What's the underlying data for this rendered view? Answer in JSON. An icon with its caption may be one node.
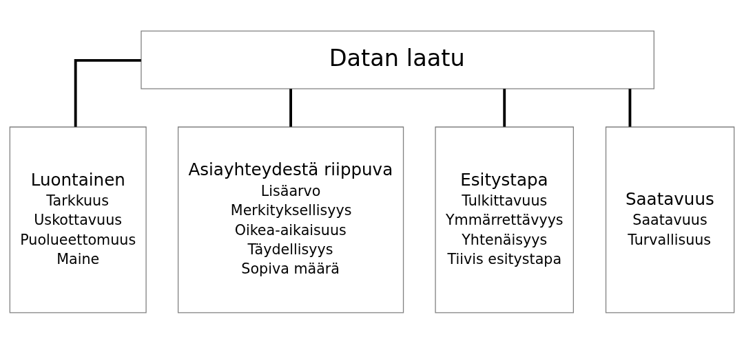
{
  "diagram": {
    "nodes": [
      {
        "text": [
          "Datan laatu"
        ]
      },
      {
        "text": [
          "Luontainen",
          "Tarkkuus",
          "Uskottavuus",
          "Puolueettomuus",
          "Maine"
        ]
      },
      {
        "text": [
          "Asiayhteydestä riippuva",
          "Lisäarvo",
          "Merkityksellisyys",
          "Oikea-aikaisuus",
          "Täydellisyys",
          "Sopiva määrä"
        ]
      },
      {
        "text": [
          "Esitystapa",
          "Tulkittavuus",
          "Ymmärrettävyys",
          "Yhtenäisyys",
          "Tiivis esitystapa"
        ]
      },
      {
        "text": [
          "Saatavuus",
          "Saatavuus",
          "Turvallisuus"
        ]
      }
    ],
    "edges": [
      {
        "from": 0,
        "to": 1,
        "arrow": "none"
      },
      {
        "from": 0,
        "to": 2,
        "arrow": "none"
      },
      {
        "from": 0,
        "to": 3,
        "arrow": "none"
      },
      {
        "from": 0,
        "to": 4,
        "arrow": "none"
      }
    ]
  }
}
